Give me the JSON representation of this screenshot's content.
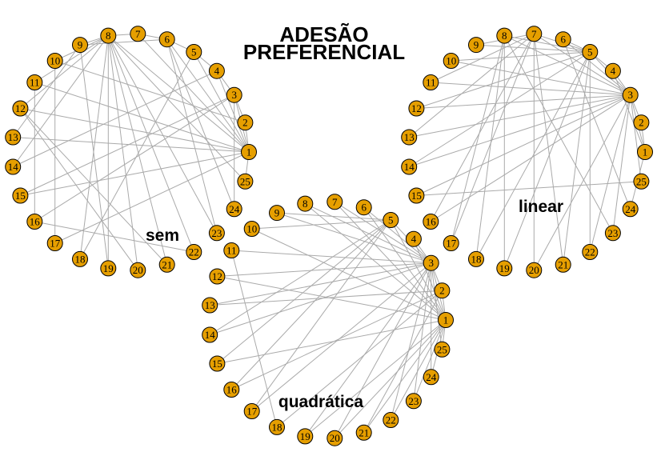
{
  "title_lines": [
    "ADESÃO",
    "PREFERENCIAL"
  ],
  "node_labels": [
    "1",
    "2",
    "3",
    "4",
    "5",
    "6",
    "7",
    "8",
    "9",
    "10",
    "11",
    "12",
    "13",
    "14",
    "15",
    "16",
    "17",
    "18",
    "19",
    "20",
    "21",
    "22",
    "23",
    "24",
    "25"
  ],
  "colors": {
    "node_fill": "#E69F00",
    "node_stroke": "#000000",
    "edge": "#AAAAAA",
    "text": "#000000"
  },
  "graphs": [
    {
      "label": "sem",
      "edges": [
        [
          2,
          1
        ],
        [
          3,
          1
        ],
        [
          3,
          2
        ],
        [
          4,
          1
        ],
        [
          4,
          3
        ],
        [
          5,
          1
        ],
        [
          5,
          4
        ],
        [
          6,
          1
        ],
        [
          6,
          5
        ],
        [
          7,
          6
        ],
        [
          7,
          1
        ],
        [
          8,
          7
        ],
        [
          8,
          1
        ],
        [
          9,
          8
        ],
        [
          9,
          6
        ],
        [
          10,
          8
        ],
        [
          10,
          2
        ],
        [
          11,
          8
        ],
        [
          11,
          1
        ],
        [
          12,
          8
        ],
        [
          12,
          1
        ],
        [
          13,
          9
        ],
        [
          13,
          1
        ],
        [
          14,
          4
        ],
        [
          14,
          8
        ],
        [
          15,
          3
        ],
        [
          15,
          1
        ],
        [
          16,
          3
        ],
        [
          16,
          11
        ],
        [
          17,
          1
        ],
        [
          17,
          10
        ],
        [
          18,
          5
        ],
        [
          18,
          8
        ],
        [
          19,
          8
        ],
        [
          19,
          9
        ],
        [
          20,
          8
        ],
        [
          20,
          12
        ],
        [
          21,
          12
        ],
        [
          21,
          8
        ],
        [
          22,
          8
        ],
        [
          22,
          16
        ],
        [
          23,
          8
        ],
        [
          23,
          6
        ],
        [
          24,
          6
        ],
        [
          24,
          3
        ],
        [
          25,
          8
        ],
        [
          25,
          1
        ]
      ]
    },
    {
      "label": "linear",
      "edges": [
        [
          2,
          1
        ],
        [
          3,
          1
        ],
        [
          3,
          2
        ],
        [
          4,
          3
        ],
        [
          4,
          1
        ],
        [
          5,
          3
        ],
        [
          5,
          4
        ],
        [
          6,
          5
        ],
        [
          6,
          3
        ],
        [
          7,
          5
        ],
        [
          7,
          3
        ],
        [
          8,
          3
        ],
        [
          8,
          5
        ],
        [
          9,
          7
        ],
        [
          9,
          5
        ],
        [
          10,
          5
        ],
        [
          10,
          3
        ],
        [
          11,
          3
        ],
        [
          11,
          7
        ],
        [
          12,
          3
        ],
        [
          12,
          5
        ],
        [
          13,
          7
        ],
        [
          13,
          3
        ],
        [
          14,
          5
        ],
        [
          14,
          3
        ],
        [
          15,
          3
        ],
        [
          16,
          7
        ],
        [
          16,
          3
        ],
        [
          17,
          7
        ],
        [
          17,
          8
        ],
        [
          18,
          8
        ],
        [
          18,
          5
        ],
        [
          19,
          8
        ],
        [
          19,
          5
        ],
        [
          20,
          3
        ],
        [
          20,
          7
        ],
        [
          21,
          7
        ],
        [
          21,
          5
        ],
        [
          22,
          5
        ],
        [
          22,
          3
        ],
        [
          23,
          3
        ],
        [
          23,
          8
        ],
        [
          24,
          1
        ],
        [
          24,
          6
        ],
        [
          25,
          15
        ],
        [
          25,
          3
        ]
      ]
    },
    {
      "label": "quadrática",
      "edges": [
        [
          2,
          1
        ],
        [
          3,
          1
        ],
        [
          3,
          2
        ],
        [
          4,
          3
        ],
        [
          4,
          1
        ],
        [
          5,
          1
        ],
        [
          5,
          3
        ],
        [
          6,
          3
        ],
        [
          6,
          1
        ],
        [
          7,
          3
        ],
        [
          7,
          1
        ],
        [
          8,
          3
        ],
        [
          8,
          1
        ],
        [
          9,
          3
        ],
        [
          9,
          5
        ],
        [
          10,
          1
        ],
        [
          10,
          5
        ],
        [
          11,
          3
        ],
        [
          12,
          3
        ],
        [
          12,
          1
        ],
        [
          13,
          3
        ],
        [
          13,
          2
        ],
        [
          14,
          3
        ],
        [
          14,
          5
        ],
        [
          15,
          1
        ],
        [
          15,
          5
        ],
        [
          16,
          5
        ],
        [
          16,
          2
        ],
        [
          17,
          3
        ],
        [
          17,
          5
        ],
        [
          18,
          11
        ],
        [
          18,
          2
        ],
        [
          19,
          3
        ],
        [
          19,
          1
        ],
        [
          20,
          1
        ],
        [
          20,
          3
        ],
        [
          21,
          2
        ],
        [
          21,
          1
        ],
        [
          22,
          1
        ],
        [
          22,
          3
        ],
        [
          23,
          1
        ],
        [
          23,
          3
        ],
        [
          24,
          3
        ],
        [
          24,
          1
        ],
        [
          25,
          1
        ],
        [
          25,
          3
        ]
      ]
    }
  ]
}
